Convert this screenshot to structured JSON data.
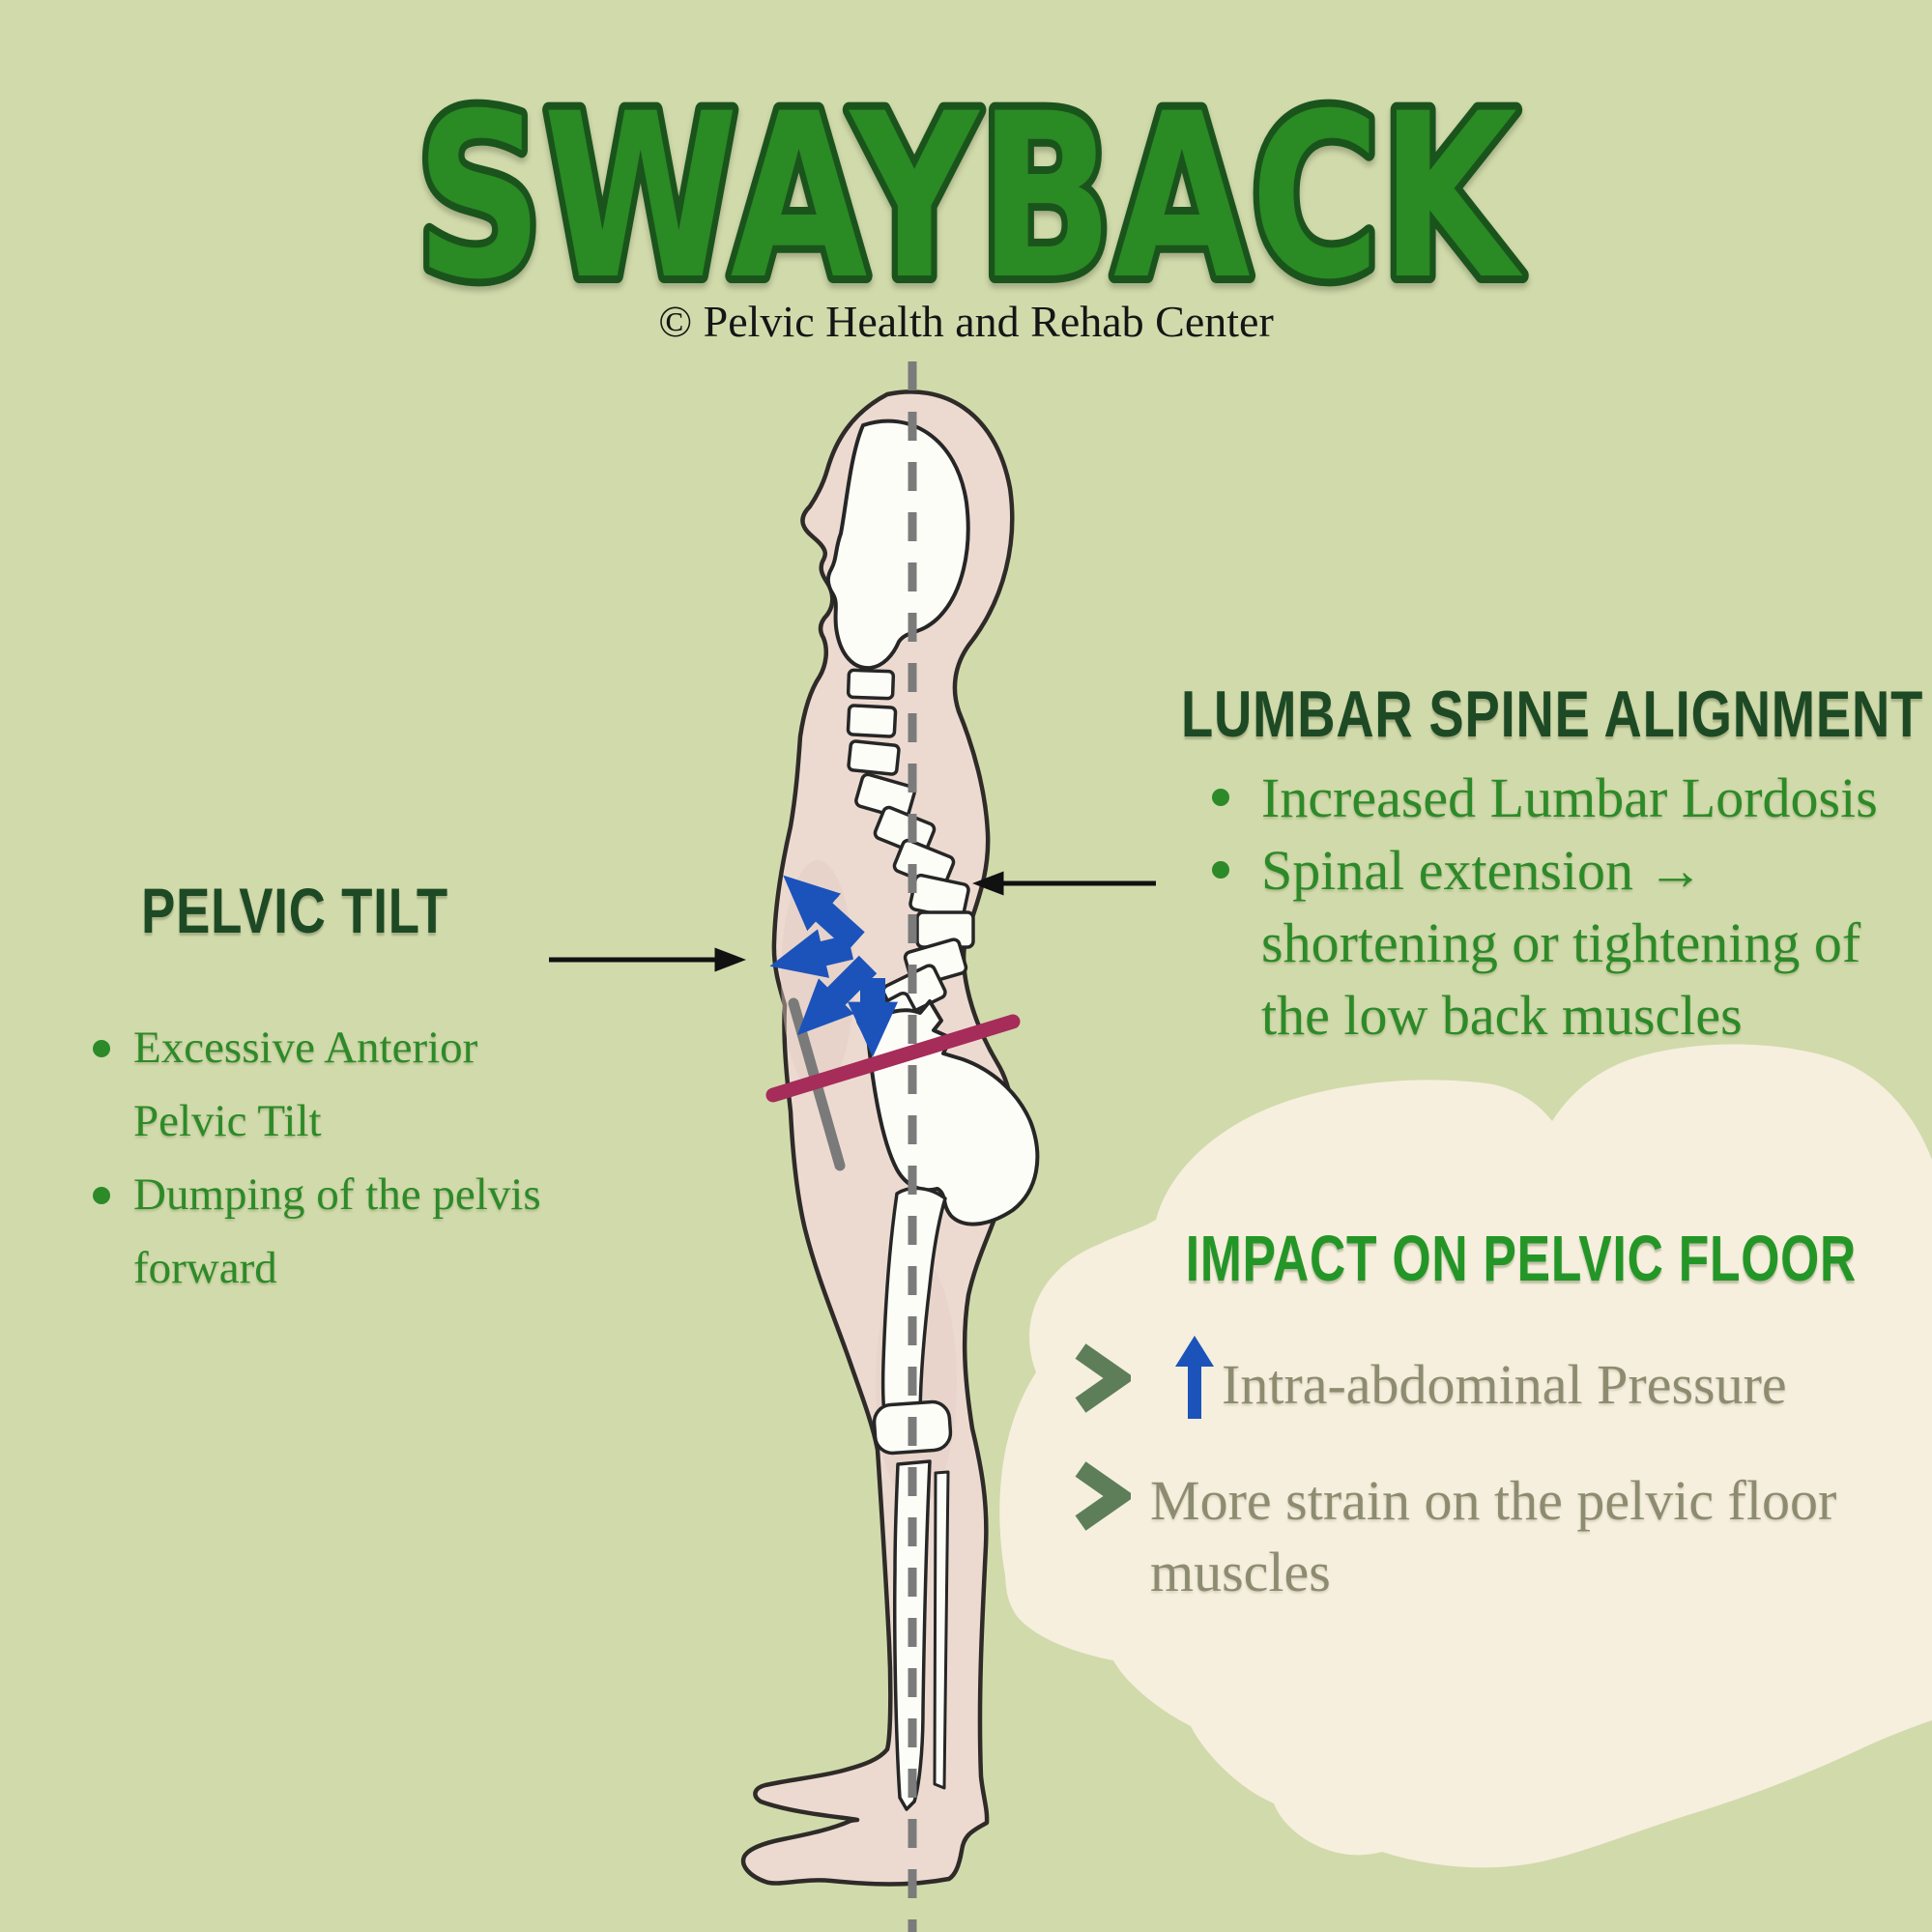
{
  "title": "SWAYBACK",
  "subtitle": "© Pelvic Health and Rehab Center",
  "pelvic_tilt": {
    "header": "PELVIC TILT",
    "bullets": [
      "Excessive Anterior\nPelvic Tilt",
      "Dumping of the pelvis\nforward"
    ]
  },
  "lumbar": {
    "header": "LUMBAR SPINE ALIGNMENT",
    "bullets": [
      "Increased Lumbar Lordosis",
      "Spinal extension →\nshortening or tightening of\nthe low back muscles"
    ]
  },
  "impact": {
    "header": "IMPACT ON PELVIC FLOOR",
    "items": [
      "Intra-abdominal Pressure",
      "More strain on the pelvic floor\nmuscles"
    ]
  },
  "icons": {
    "increase_arrow": "up-arrow-icon",
    "list_marker": "chevron-icon"
  },
  "colors": {
    "background": "#d1daab",
    "panel_blob": "#f6efdd",
    "skin": "#ecdad1",
    "outline": "#2e2b28",
    "bone": "#fdfdf8",
    "title_fill": "#2a8a24",
    "title_outline": "#1a541c",
    "header_dark_green": "#1d4a24",
    "bullet_green": "#2d8a28",
    "impact_header_green": "#249627",
    "impact_text_gray": "#8d8c71",
    "chevron_green": "#5e7e59",
    "arrow_blue": "#1b53bb",
    "tilt_line_maroon": "#a62c5a",
    "plumb_line_gray": "#7b7b7b",
    "annotation_arrow_black": "#111111"
  }
}
